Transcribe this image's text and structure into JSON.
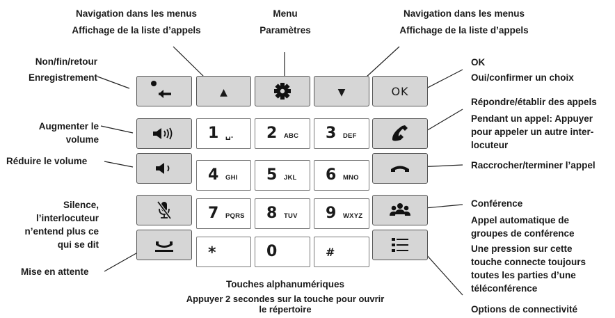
{
  "labels": {
    "nav_left_1": "Navigation dans les menus",
    "nav_left_2": "Affichage de la liste d’appels",
    "menu_1": "Menu",
    "menu_2": "Paramètres",
    "nav_right_1": "Navigation dans les menus",
    "nav_right_2": "Affichage de la liste d’appels",
    "back_1": "Non/fin/retour",
    "back_2": "Enregistrement",
    "ok_1": "OK",
    "ok_2": "Oui/confirmer un choix",
    "answer_1": "Répondre/établir des appels",
    "answer_2": "Pendant un appel: Appuyer",
    "answer_3": "pour appeler un autre inter-",
    "answer_4": "locuteur",
    "volup_1": "Augmenter le",
    "volup_2": "volume",
    "voldown": "Réduire le volume",
    "hangup": "Raccrocher/terminer l’appel",
    "mute_1": "Silence,",
    "mute_2": "l’interlocuteur",
    "mute_3": "n’entend plus ce",
    "mute_4": "qui se dit",
    "conf_1": "Conférence",
    "conf_2": "Appel automatique de",
    "conf_3": "groupes de conférence",
    "conf_4": "Une pression sur cette",
    "conf_5": "touche connecte toujours",
    "conf_6": "toutes les parties d’une",
    "conf_7": "téléconférence",
    "hold": "Mise en attente",
    "alnum_1": "Touches alphanumériques",
    "alnum_2": "Appuyer 2 secondes sur la touche pour ouvrir",
    "alnum_3": "le répertoire",
    "connect": "Options de connectivité"
  },
  "keys": {
    "ok": "OK",
    "up": "▲",
    "down": "▼",
    "k1": {
      "digit": "1",
      "letters": "␣."
    },
    "k2": {
      "digit": "2",
      "letters": "ABC"
    },
    "k3": {
      "digit": "3",
      "letters": "DEF"
    },
    "k4": {
      "digit": "4",
      "letters": "GHI"
    },
    "k5": {
      "digit": "5",
      "letters": "JKL"
    },
    "k6": {
      "digit": "6",
      "letters": "MNO"
    },
    "k7": {
      "digit": "7",
      "letters": "PQRS"
    },
    "k8": {
      "digit": "8",
      "letters": "TUV"
    },
    "k9": {
      "digit": "9",
      "letters": "WXYZ"
    },
    "star": "*",
    "zero": "0",
    "hash": "#"
  },
  "icons": {
    "back": "back-arrow-record-icon",
    "menu": "gear-icon",
    "volume_up": "speaker-loud-icon",
    "volume_down": "speaker-soft-icon",
    "mute": "microphone-muted-icon",
    "hold": "handset-hold-icon",
    "answer": "handset-pickup-icon",
    "hangup": "handset-hangup-icon",
    "conference": "group-icon",
    "connectivity": "list-options-icon"
  },
  "colors": {
    "function_key": "#d6d6d6",
    "digit_key": "#ffffff",
    "outline": "#555555"
  }
}
